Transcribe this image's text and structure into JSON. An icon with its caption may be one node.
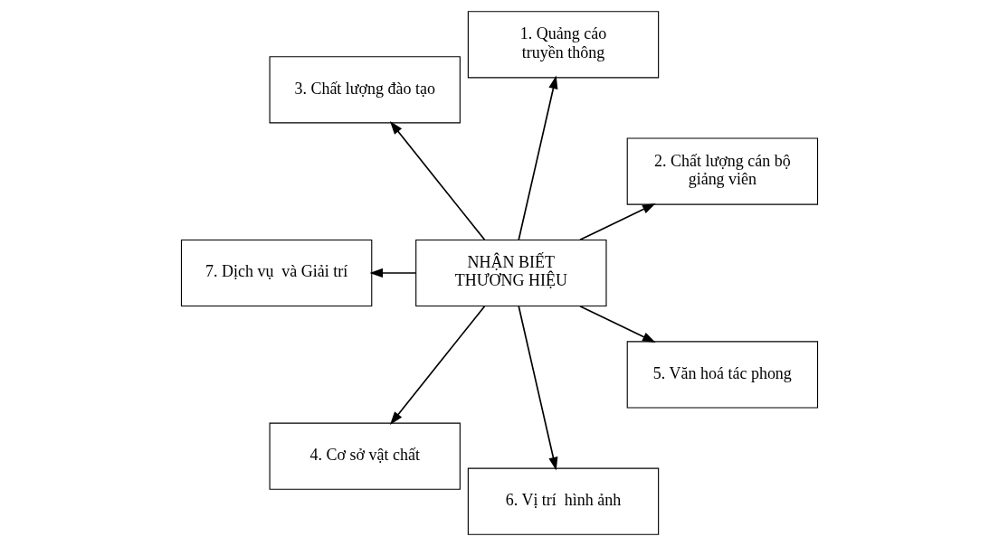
{
  "diagram": {
    "nodes": [
      {
        "text": [
          "2. Chất lượng cán bộ giảng viên"
        ]
      },
      {
        "text": [
          "1. Quảng cáo truyền thông"
        ]
      },
      {
        "text": [
          "3. Chất lượng đào tạo"
        ]
      },
      {
        "text": [
          "7. Dịch vụ  và Giải trí"
        ]
      },
      {
        "text": [
          "NHẬN BIẾT THƯƠNG HIỆU"
        ]
      },
      {
        "text": [
          "4. Cơ sở vật chất"
        ]
      },
      {
        "text": [
          "6. Vị trí  hình ảnh"
        ]
      },
      {
        "text": [
          "5. Văn hoá tác phong"
        ]
      }
    ],
    "edges": [
      {
        "from": 4,
        "to": 0,
        "arrow": "to"
      },
      {
        "from": 4,
        "to": 1,
        "arrow": "to"
      },
      {
        "from": 4,
        "to": 2,
        "arrow": "to"
      },
      {
        "from": 4,
        "to": 3,
        "arrow": "to"
      },
      {
        "from": 4,
        "to": 5,
        "arrow": "to"
      },
      {
        "from": 4,
        "to": 6,
        "arrow": "to"
      },
      {
        "from": 4,
        "to": 7,
        "arrow": "to"
      }
    ]
  }
}
